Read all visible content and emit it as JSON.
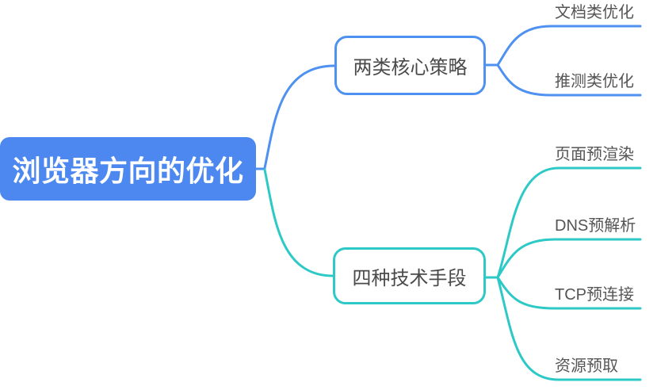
{
  "mindmap": {
    "root": {
      "label": "浏览器方向的优化"
    },
    "branches": [
      {
        "label": "两类核心策略",
        "color": "#4E91F0",
        "children": [
          {
            "label": "文档类优化"
          },
          {
            "label": "推测类优化"
          }
        ]
      },
      {
        "label": "四种技术手段",
        "color": "#2DC9C6",
        "children": [
          {
            "label": "页面预渲染"
          },
          {
            "label": "DNS预解析"
          },
          {
            "label": "TCP预连接"
          },
          {
            "label": "资源预取"
          }
        ]
      }
    ],
    "colors": {
      "root_fill": "#4D88F0",
      "root_text": "#ffffff",
      "branch_blue": "#4E91F0",
      "branch_teal": "#2DC9C6",
      "node_text": "#4a4a4a",
      "leaf_text": "#555555",
      "background": "#ffffff"
    }
  }
}
